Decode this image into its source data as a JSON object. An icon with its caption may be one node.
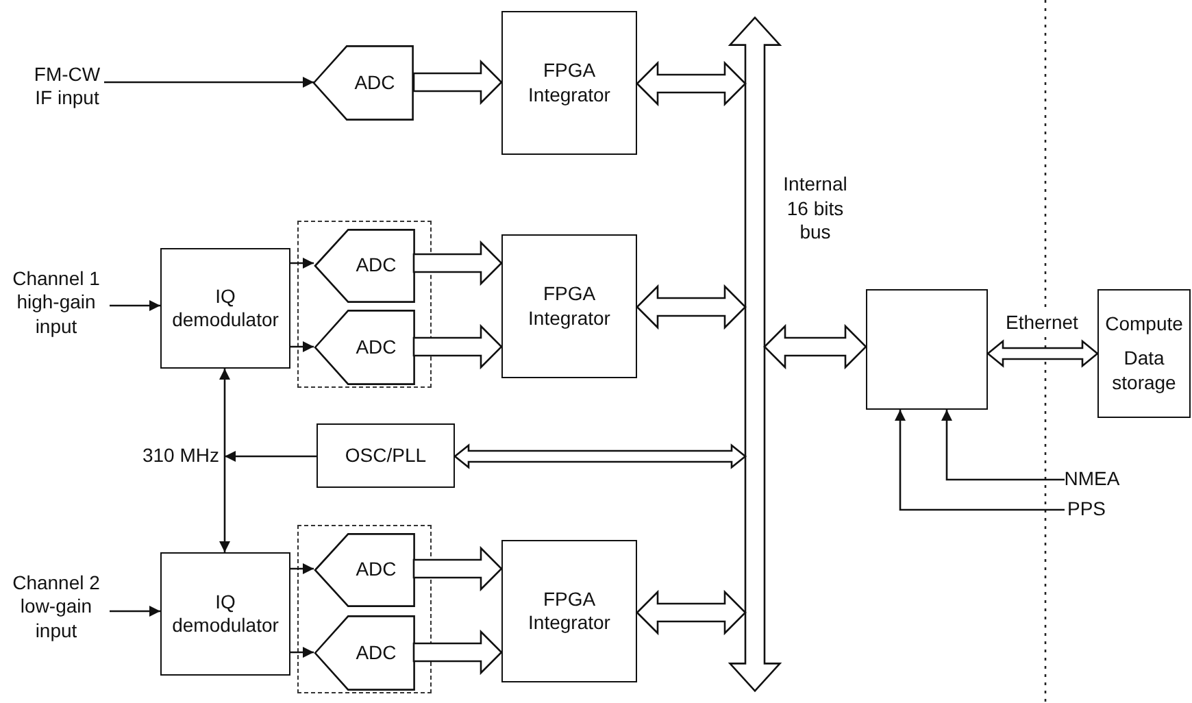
{
  "diagram": {
    "nodes": [
      {
        "text": [
          "FM-CW IF input"
        ]
      },
      {
        "text": [
          "ADC"
        ]
      },
      {
        "text": [
          "FPGA Integrator"
        ]
      },
      {
        "text": [],
        "shape": "bar",
        "beside": [
          "Internal 16 bits bus"
        ]
      },
      {
        "text": [
          "Channel 1 high-gain input"
        ]
      },
      {
        "text": [
          "IQ demodulator"
        ]
      },
      {
        "text": [],
        "shape": "box"
      },
      {
        "text": [
          "ADC"
        ],
        "in": 6
      },
      {
        "text": [
          "ADC"
        ],
        "in": 6
      },
      {
        "text": [
          "FPGA Integrator"
        ]
      },
      {
        "text": [
          "OSC/PLL"
        ]
      },
      {
        "text": [
          "Channel 2 low-gain input"
        ]
      },
      {
        "text": [
          "IQ demodulator"
        ]
      },
      {
        "text": [],
        "shape": "box"
      },
      {
        "text": [
          "ADC"
        ],
        "in": 13
      },
      {
        "text": [
          "ADC"
        ],
        "in": 13
      },
      {
        "text": [
          "FPGA Integrator"
        ]
      },
      {
        "text": [],
        "shape": "box"
      },
      {
        "text": [
          "Compute",
          "Data storage"
        ]
      },
      {
        "text": [
          "NMEA"
        ]
      },
      {
        "text": [
          "PPS"
        ]
      },
      {
        "text": [
          "310 MHz"
        ]
      }
    ],
    "edges": [
      {
        "from": 0,
        "to": 1,
        "arrow": "to"
      },
      {
        "from": 1,
        "to": 2,
        "arrow": "to",
        "style": "thick"
      },
      {
        "from": 2,
        "to": 3,
        "arrow": "both",
        "style": "thick"
      },
      {
        "from": 4,
        "to": 5,
        "arrow": "to"
      },
      {
        "from": 5,
        "to": 7,
        "arrow": "to"
      },
      {
        "from": 5,
        "to": 8,
        "arrow": "to"
      },
      {
        "from": 7,
        "to": 9,
        "arrow": "to",
        "style": "thick"
      },
      {
        "from": 8,
        "to": 9,
        "arrow": "to",
        "style": "thick"
      },
      {
        "from": 9,
        "to": 3,
        "arrow": "both",
        "style": "thick"
      },
      {
        "from": 5,
        "to": 12,
        "arrow": "both"
      },
      {
        "from": 10,
        "to": 21,
        "arrow": "to"
      },
      {
        "from": 10,
        "to": 3,
        "arrow": "both",
        "style": "thick"
      },
      {
        "from": 11,
        "to": 12,
        "arrow": "to"
      },
      {
        "from": 12,
        "to": 14,
        "arrow": "to"
      },
      {
        "from": 12,
        "to": 15,
        "arrow": "to"
      },
      {
        "from": 14,
        "to": 16,
        "arrow": "to",
        "style": "thick"
      },
      {
        "from": 15,
        "to": 16,
        "arrow": "to",
        "style": "thick"
      },
      {
        "from": 16,
        "to": 3,
        "arrow": "both",
        "style": "thick"
      },
      {
        "from": 3,
        "to": 17,
        "arrow": "both",
        "style": "thick"
      },
      {
        "from": 17,
        "to": 18,
        "arrow": "both",
        "style": "thick",
        "label": "Ethernet"
      },
      {
        "from": 19,
        "to": 17,
        "arrow": "to"
      },
      {
        "from": 20,
        "to": 17,
        "arrow": "to"
      }
    ]
  }
}
